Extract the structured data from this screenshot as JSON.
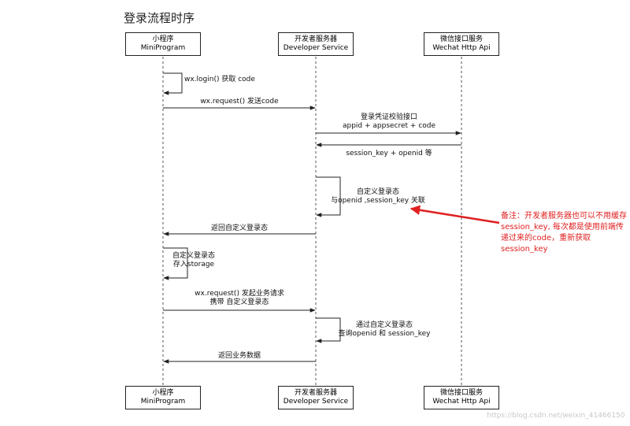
{
  "title": "登录流程时序",
  "participants": [
    {
      "name": "小程序",
      "sub": "MiniProgram"
    },
    {
      "name": "开发者服务器",
      "sub": "Developer Service"
    },
    {
      "name": "微信接口服务",
      "sub": "Wechat Http Api"
    }
  ],
  "messages": {
    "m1": "wx.login() 获取 code",
    "m2": "wx.request() 发送code",
    "m3_line1": "登录凭证校验接口",
    "m3_line2": "appid + appsecret + code",
    "m4": "session_key + openid 等",
    "m5_line1": "自定义登录态",
    "m5_line2": "与openid ,session_key 关联",
    "m6": "返回自定义登录态",
    "m7_line1": "自定义登录态",
    "m7_line2": "存入storage",
    "m8_line1": "wx.request() 发起业务请求",
    "m8_line2": "携带 自定义登录态",
    "m9_line1": "通过自定义登录态",
    "m9_line2": "查询openid 和 session_key",
    "m10": "返回业务数据"
  },
  "note": "备注：开发者服务器也可以不用缓存 session_key, 每次都是使用前端传递过来的code，重新获取session_key",
  "watermark": "https://blog.csdn.net/weixin_41466150",
  "colors": {
    "line": "#222222",
    "note": "#e02020"
  }
}
